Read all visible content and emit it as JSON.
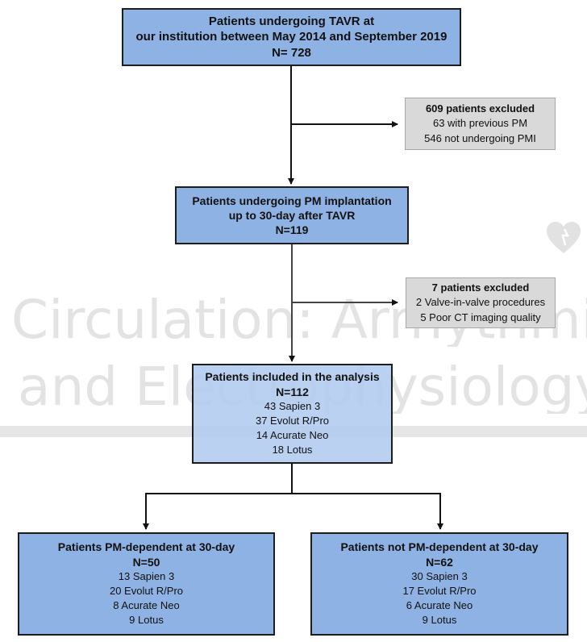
{
  "watermark": {
    "line1": "Circulation: Arrhythmia",
    "line2": "and Electrophysiology"
  },
  "boxes": {
    "top": {
      "line1": "Patients undergoing TAVR at",
      "line2": "our institution between May 2014  and September 2019",
      "line3": "N= 728"
    },
    "excl1": {
      "title": "609 patients excluded",
      "items": [
        "63 with previous PM",
        "546 not undergoing PMI"
      ]
    },
    "pmi": {
      "line1": "Patients undergoing PM implantation",
      "line2": "up to 30-day after TAVR",
      "line3": "N=119"
    },
    "excl2": {
      "title": "7 patients excluded",
      "items": [
        "2 Valve-in-valve procedures",
        "5 Poor CT imaging quality"
      ]
    },
    "analysis": {
      "title": "Patients included in the analysis",
      "n": "N=112",
      "items": [
        "43  Sapien 3",
        "37 Evolut R/Pro",
        "14 Acurate Neo",
        "18 Lotus"
      ]
    },
    "dependent": {
      "title": "Patients PM-dependent at 30-day",
      "n": "N=50",
      "items": [
        "13 Sapien 3",
        "20 Evolut R/Pro",
        "8 Acurate Neo",
        "9 Lotus"
      ]
    },
    "not_dependent": {
      "title": "Patients not PM-dependent at 30-day",
      "n": "N=62",
      "items": [
        "30 Sapien 3",
        "17 Evolut R/Pro",
        "6 Acurate Neo",
        "9 Lotus"
      ]
    }
  }
}
